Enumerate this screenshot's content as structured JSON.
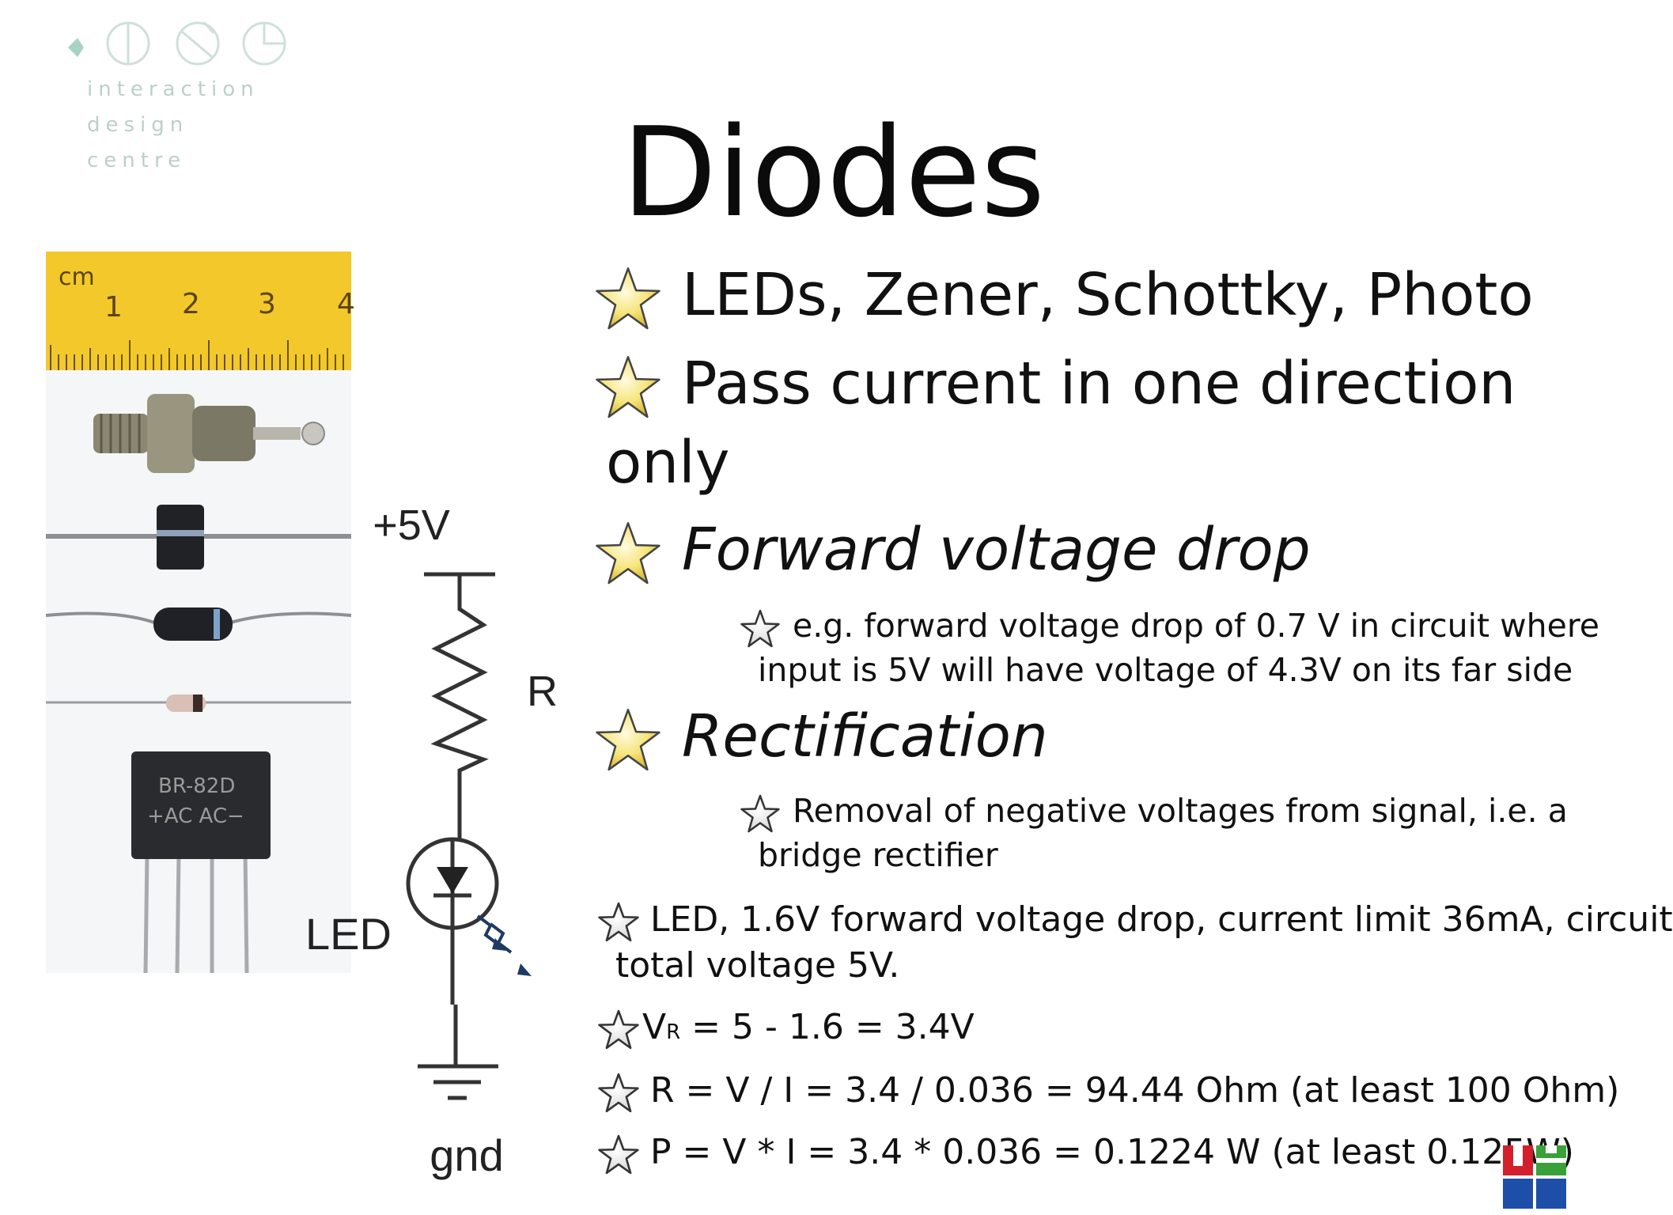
{
  "logo": {
    "lines": [
      "interaction",
      "design",
      "centre"
    ]
  },
  "slide": {
    "title": "Diodes"
  },
  "schematic": {
    "supply": "+5V",
    "resistor": "R",
    "diode": "LED",
    "ground": "gnd"
  },
  "ruler": {
    "unit": "cm",
    "ticks": [
      "1",
      "2",
      "3",
      "4"
    ]
  },
  "component": {
    "text1": "BR-82D",
    "text2": "+AC AC−"
  },
  "bullets": {
    "b1": "LEDs, Zener, Schottky, Photo",
    "b2_line1": "Pass current in one direction",
    "b2_line2": "only",
    "b3": "Forward voltage drop",
    "b3_sub_line1": "e.g. forward voltage drop of 0.7 V in circuit where",
    "b3_sub_line2": "input is 5V will have voltage of 4.3V on its far side",
    "b4": "Rectification",
    "b4_sub_line1": "Removal of negative voltages from signal, i.e. a",
    "b4_sub_line2": "bridge rectifier"
  },
  "notes": {
    "n1_line1": "LED, 1.6V forward voltage drop, current limit 36mA, circuit",
    "n1_line2": "total voltage 5V.",
    "n2_v": "V",
    "n2_sub": "R",
    "n2_rest": " = 5 - 1.6 = 3.4V",
    "n3": "R = V / I = 3.4 / 0.036 = 94.44 Ohm (at least 100 Ohm)",
    "n4": "P = V * I = 3.4 * 0.036 = 0.1224 W (at least 0.125W)"
  },
  "colors": {
    "star_fill": "#f4e27a",
    "badge_red": "#d4202a",
    "badge_green": "#3aa03a",
    "badge_blue": "#1e4fa8",
    "ruler_yellow": "#f3c82a"
  }
}
